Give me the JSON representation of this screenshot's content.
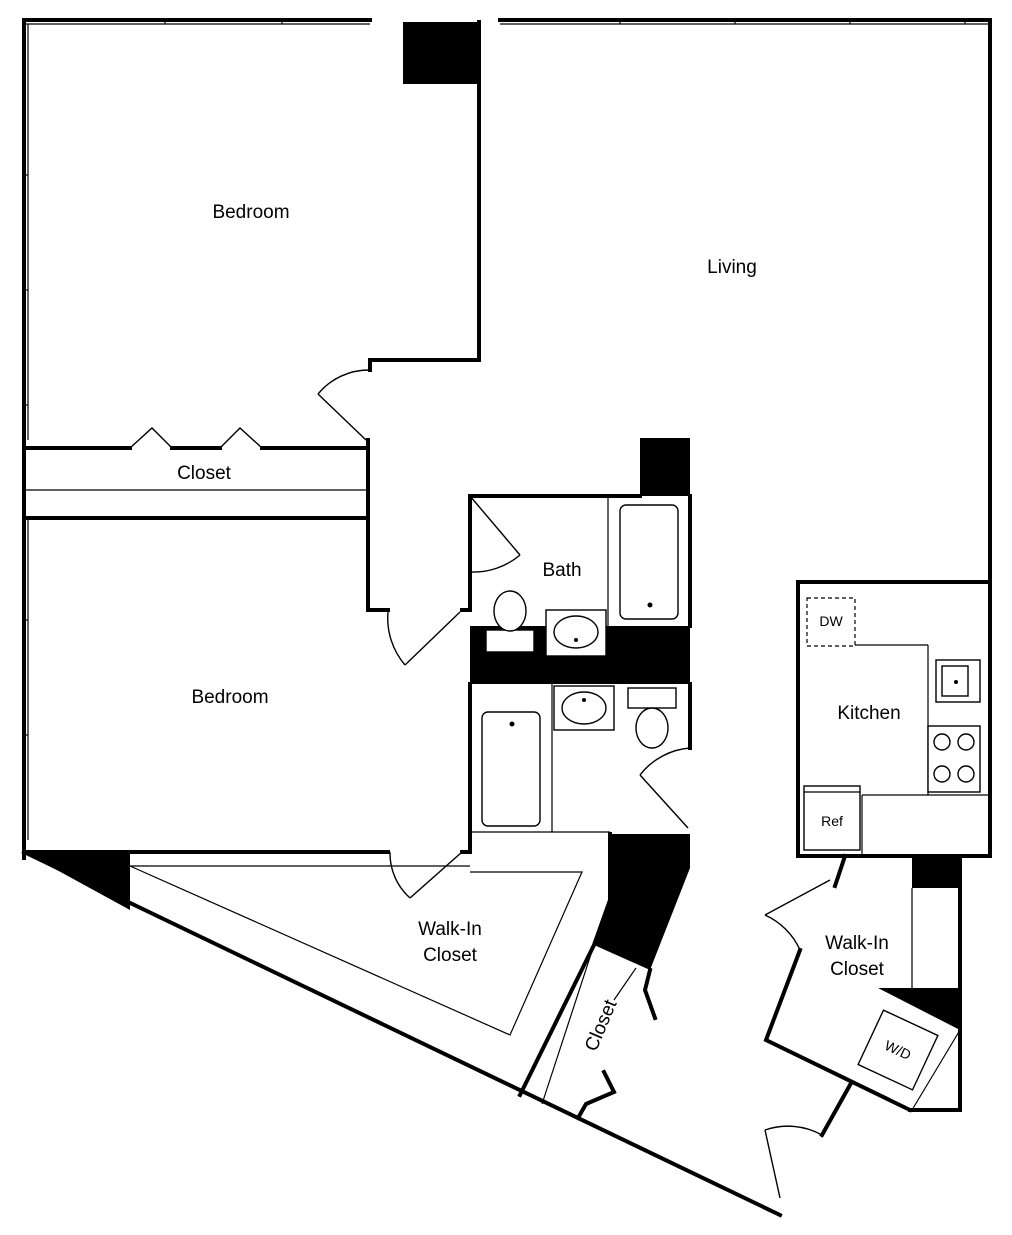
{
  "rooms": {
    "bedroom_1": "Bedroom",
    "living": "Living",
    "closet_1": "Closet",
    "bath": "Bath",
    "bedroom_2": "Bedroom",
    "kitchen": "Kitchen",
    "walkin_1_line1": "Walk-In",
    "walkin_1_line2": "Closet",
    "walkin_2_line1": "Walk-In",
    "walkin_2_line2": "Closet",
    "closet_2": "Closet"
  },
  "appliances": {
    "dishwasher": "DW",
    "refrigerator": "Ref",
    "washer_dryer": "W/D"
  }
}
